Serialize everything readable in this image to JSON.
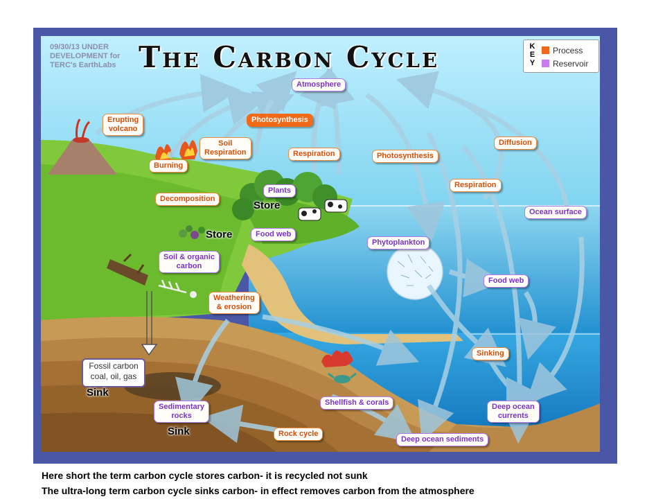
{
  "dev_note": [
    "09/30/13 UNDER",
    "DEVELOPMENT for",
    "TERC's EarthLabs"
  ],
  "title": "The Carbon Cycle",
  "key": {
    "letters": [
      "K",
      "E",
      "Y"
    ],
    "process_label": "Process",
    "reservoir_label": "Reservoir",
    "process_color": "#f06a1a",
    "reservoir_color": "#c77cf0"
  },
  "processes": {
    "erupting_volcano": [
      "Erupting",
      "volcano"
    ],
    "burning": "Burning",
    "soil_respiration": [
      "Soil",
      "Respiration"
    ],
    "photosynthesis_land": "Photosynthesis",
    "respiration_land": "Respiration",
    "decomposition": "Decomposition",
    "photosynthesis_ocean": "Photosynthesis",
    "respiration_ocean": "Respiration",
    "diffusion": "Diffusion",
    "weathering": [
      "Weathering",
      "& erosion"
    ],
    "sinking": "Sinking",
    "rock_cycle": "Rock cycle"
  },
  "reservoirs": {
    "atmosphere": "Atmosphere",
    "plants": "Plants",
    "food_web_land": "Food web",
    "soil_organic": [
      "Soil & organic",
      "carbon"
    ],
    "ocean_surface": "Ocean surface",
    "phytoplankton": "Phytoplankton",
    "food_web_ocean": "Food web",
    "shellfish": "Shellfish & corals",
    "sedimentary_rocks": [
      "Sedimentary",
      "rocks"
    ],
    "deep_ocean_currents": [
      "Deep ocean",
      "currents"
    ],
    "deep_ocean_sediments": "Deep ocean sediments"
  },
  "fossil_carbon": [
    "Fossil carbon",
    "coal, oil, gas"
  ],
  "annotations": {
    "store_1": "Store",
    "store_2": "Store",
    "sink_1": "Sink",
    "sink_2": "Sink"
  },
  "captions": [
    "Here short the term carbon cycle stores carbon- it is recycled not sunk",
    "The ultra-long term carbon cycle sinks carbon- in effect removes carbon from the atmosphere"
  ]
}
